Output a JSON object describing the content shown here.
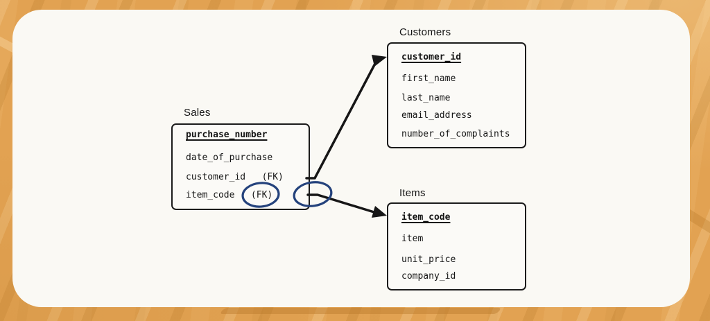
{
  "colors": {
    "page_bg": "#e2a252",
    "card_bg": "#faf9f4",
    "line": "#161616",
    "box_border": "#1b1b1b",
    "text": "#151515",
    "ellipse": "#24427c"
  },
  "diagram": {
    "tables": [
      {
        "id": "sales",
        "title": "Sales",
        "rows": [
          {
            "label": "purchase_number",
            "pk": true
          },
          {
            "label": "date_of_purchase",
            "pk": false
          },
          {
            "label": "customer_id   (FK)",
            "pk": false
          },
          {
            "label": "item_code   (FK)",
            "pk": false
          }
        ]
      },
      {
        "id": "customers",
        "title": "Customers",
        "rows": [
          {
            "label": "customer_id",
            "pk": true
          },
          {
            "label": "first_name",
            "pk": false
          },
          {
            "label": "last_name",
            "pk": false
          },
          {
            "label": "email_address",
            "pk": false
          },
          {
            "label": "number_of_complaints",
            "pk": false
          }
        ]
      },
      {
        "id": "items",
        "title": "Items",
        "rows": [
          {
            "label": "item_code",
            "pk": true
          },
          {
            "label": "item",
            "pk": false
          },
          {
            "label": "unit_price",
            "pk": false
          },
          {
            "label": "company_id",
            "pk": false
          }
        ]
      }
    ],
    "relationships": [
      {
        "from": "sales.customer_id",
        "to": "customers.customer_id"
      },
      {
        "from": "sales.item_code",
        "to": "items.item_code"
      }
    ],
    "annotations": [
      {
        "type": "ellipse-highlight",
        "around": "sales.item_code (FK)"
      },
      {
        "type": "ellipse-highlight",
        "around": "sales box right edge junction"
      }
    ]
  }
}
